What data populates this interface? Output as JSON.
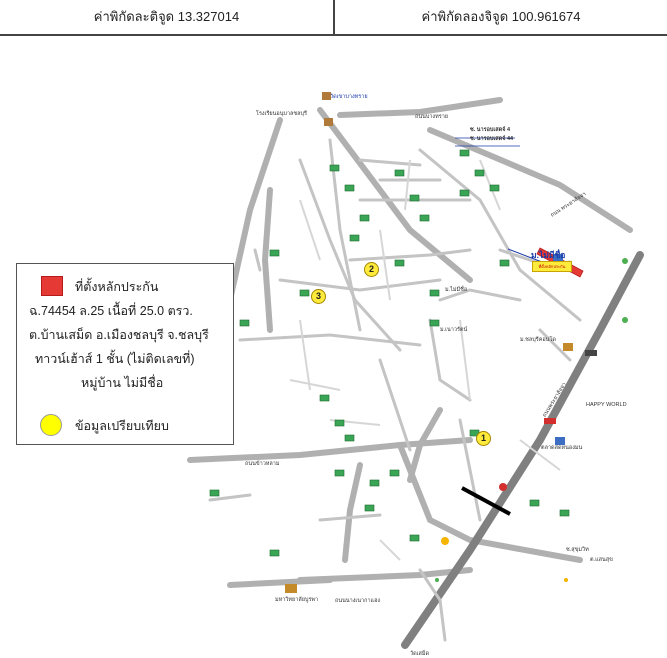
{
  "header": {
    "latitude_text": "ค่าพิกัดละติจูด 13.327014",
    "longitude_text": "ค่าพิกัดลองจิจูด 100.961674"
  },
  "legend": {
    "subject_label": "ที่ตั้งหลักประกัน",
    "deed_line": "ฉ.74454 ล.25 เนื้อที่ 25.0 ตรว.",
    "location_line": "ต.บ้านเสม็ด อ.เมืองชลบุรี จ.ชลบุรี",
    "type_line": "ทาวน์เฮ้าส์ 1 ชั้น (ไม่ติดเลขที่)",
    "village_line": "หมู่บ้าน ไม่มีชื่อ",
    "comparable_label": "ข้อมูลเปรียบเทียบ",
    "subject_color": "#e53935",
    "comparable_color": "#ffff00"
  },
  "subject_site": {
    "name": "ม.ไม่มีชื่อ",
    "tag": "ที่ตั้งหลักประกัน"
  },
  "comparables": [
    "1",
    "2",
    "3"
  ],
  "map_labels": {
    "temple_top": "วัดเขาบางทราย",
    "road_bangsai": "ถนนบางทราย",
    "school_top": "โรงเรียนอนุบาลชลบุรี",
    "soi_charoen": "ซ. นารอบเสดจ์ 4",
    "soi_narab": "ซ. นารอบเสดจ์ 44",
    "road_sukhumvit": "ถนน พระยาสัจจา",
    "village_a": "ม.ชลบุรีคอนโด",
    "village_b": "ม.เนาวรัตน์",
    "village_c": "ม.ไม่มีชื่อ",
    "road_main": "ถนนพระยาสัจจา",
    "happy_world": "HAPPY WORLD",
    "talad": "ตลาดสดหนองมน",
    "road_bottom": "ถนนนางเนากาแฮง",
    "wat_bottom": "วัดเสม็ด",
    "school_bottom": "มหาวิทยาลัยบูรพา",
    "road_left": "ถนนข้าวหลาม",
    "sukhumvit_km": "ซ.สุขุมวิท",
    "saensuk": "ต.แสนสุข"
  }
}
